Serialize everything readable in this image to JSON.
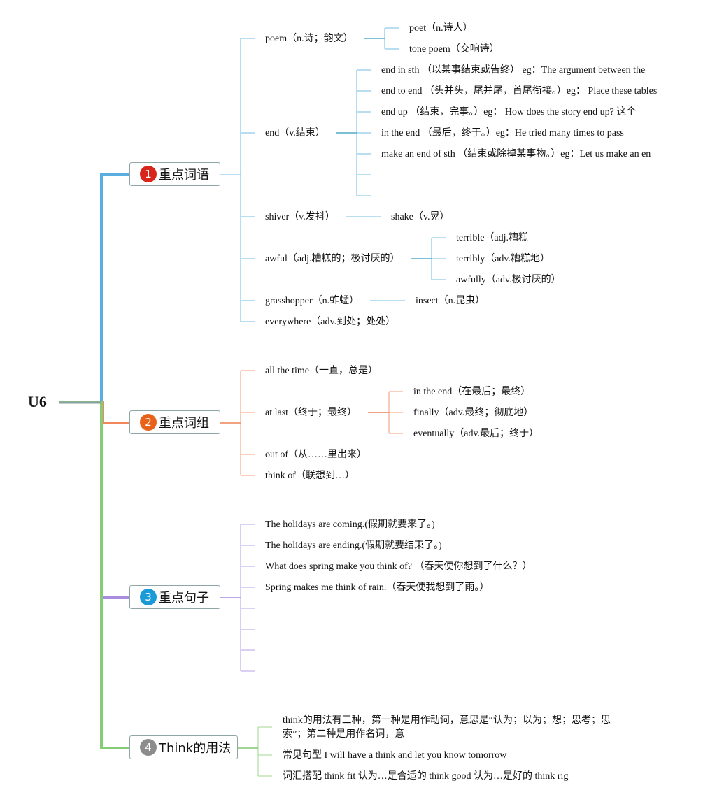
{
  "root": "U6",
  "branches": [
    {
      "num": "1",
      "label": "重点词语",
      "badge_color": "#d9261c",
      "line_color": "#5aafe0"
    },
    {
      "num": "2",
      "label": "重点词组",
      "badge_color": "#e8621a",
      "line_color": "#f2875e"
    },
    {
      "num": "3",
      "label": "重点句子",
      "badge_color": "#1a9ad6",
      "line_color": "#a98ee0"
    },
    {
      "num": "4",
      "label": "Think的用法",
      "badge_color": "#8c8c8c",
      "line_color": "#86cc76"
    }
  ],
  "words": {
    "poem": "poem（n.诗；韵文）",
    "poet": "poet（n.诗人）",
    "tone_poem": "tone poem（交响诗）",
    "end": "end（v.结束）",
    "end_children": [
      "end in sth （以某事结束或告终） eg：The argument between the",
      "end to end （头并头，尾并尾，首尾衔接。）eg：        Place these tables",
      "end up （结束，完事。）eg：        How does the story end up? 这个",
      "in the end （最后，终于。）eg：He tried many times to pass",
      "make an end of sth （结束或除掉某事物。）eg：Let us make an en"
    ],
    "shiver": "shiver（v.发抖）",
    "shake": "shake（v.晃）",
    "awful": "awful（adj.糟糕的；极讨厌的）",
    "awful_children": [
      "terrible（adj.糟糕",
      "terribly（adv.糟糕地）",
      "awfully（adv.极讨厌的）"
    ],
    "grasshopper": "grasshopper（n.蚱蜢）",
    "insect": "insect（n.昆虫）",
    "everywhere": "everywhere（adv.到处；处处）"
  },
  "phrases": {
    "all_the_time": "all the time（一直，总是）",
    "at_last": "at last（终于；最终）",
    "at_last_children": [
      "in the end（在最后；最终）",
      "finally（adv.最终；彻底地）",
      "eventually（adv.最后；终于）"
    ],
    "out_of": "out of（从……里出来）",
    "think_of": "think of（联想到…）"
  },
  "sentences": [
    "The holidays are coming.(假期就要来了。)",
    "The holidays are ending.(假期就要结束了。)",
    "What does spring make you think of? （春天使你想到了什么？）",
    "Spring makes me think of rain.（春天使我想到了雨。）"
  ],
  "think": [
    "think的用法有三种，第一种是用作动词，意思是“认为；以为；想；思考；思索”；第二种是用作名词，意",
    "常见句型 I will have a think and let you know tomorrow",
    "词汇搭配 think fit 认为…是合适的 think good 认为…是好的 think rig"
  ]
}
